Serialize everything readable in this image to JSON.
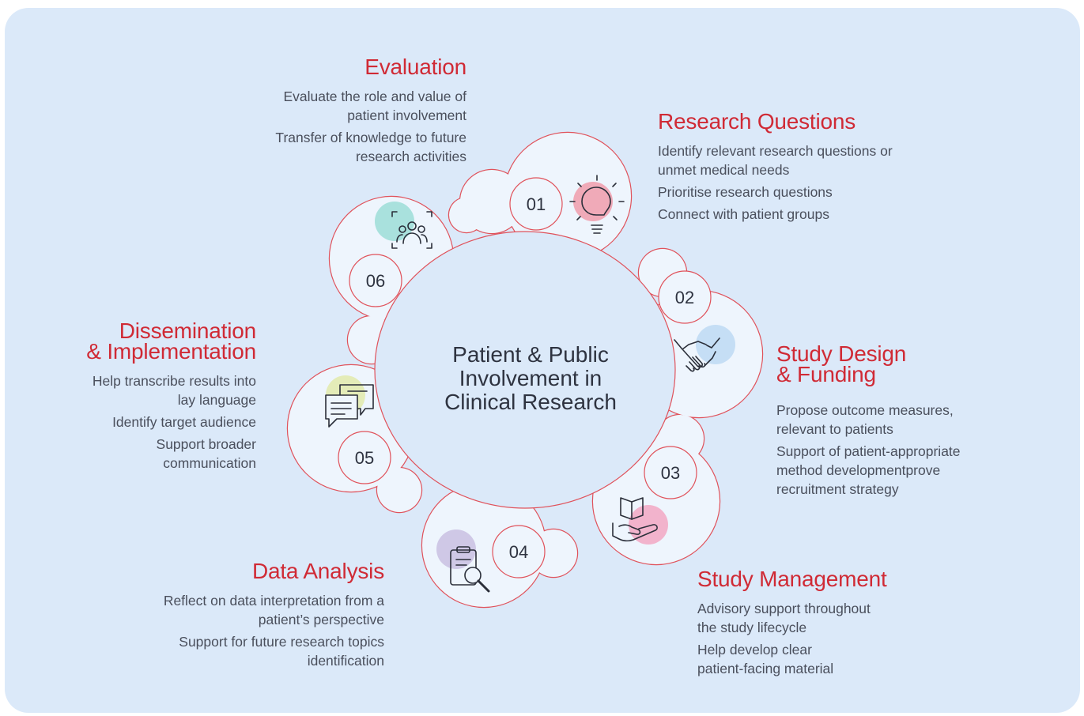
{
  "center_title": "Patient & Public\nInvolvement in\nClinical Research",
  "colors": {
    "background": "#dbe9f9",
    "accent_red": "#d02a35",
    "ring_fill": "#eef5fd",
    "ring_stroke": "#e0525b",
    "text": "#4a4f5c"
  },
  "steps": [
    {
      "number": "01",
      "title": "Research Questions",
      "icon": "lightbulb-icon",
      "icon_blob_color": "#f0aab8",
      "items": [
        "Identify relevant research questions or\nunmet medical needs",
        "Prioritise research questions",
        "Connect with patient groups"
      ]
    },
    {
      "number": "02",
      "title": "Study Design\n& Funding",
      "icon": "handshake-icon",
      "icon_blob_color": "#c5def5",
      "items": [
        "Propose outcome measures,\nrelevant to patients",
        "Support of patient-appropriate\nmethod developmentprove\nrecruitment strategy"
      ]
    },
    {
      "number": "03",
      "title": "Study Management",
      "icon": "book-in-hand-icon",
      "icon_blob_color": "#f2b3cc",
      "items": [
        "Advisory support throughout\nthe study lifecycle",
        "Help develop clear\npatient-facing material"
      ]
    },
    {
      "number": "04",
      "title": "Data Analysis",
      "icon": "clipboard-magnifier-icon",
      "icon_blob_color": "#cfc8e6",
      "items": [
        "Reflect on data interpretation from a\npatient’s perspective",
        "Support for future research topics\nidentification"
      ]
    },
    {
      "number": "05",
      "title": "Dissemination\n& Implementation",
      "icon": "chat-bubbles-icon",
      "icon_blob_color": "#e4ecb8",
      "items": [
        "Help transcribe results into\nlay language",
        "Identify target audience",
        "Support broader\ncommunication"
      ]
    },
    {
      "number": "06",
      "title": "Evaluation",
      "icon": "group-focus-icon",
      "icon_blob_color": "#a9e1dd",
      "items": [
        "Evaluate the role and value of\npatient involvement",
        "Transfer of knowledge to future\nresearch activities"
      ]
    }
  ]
}
